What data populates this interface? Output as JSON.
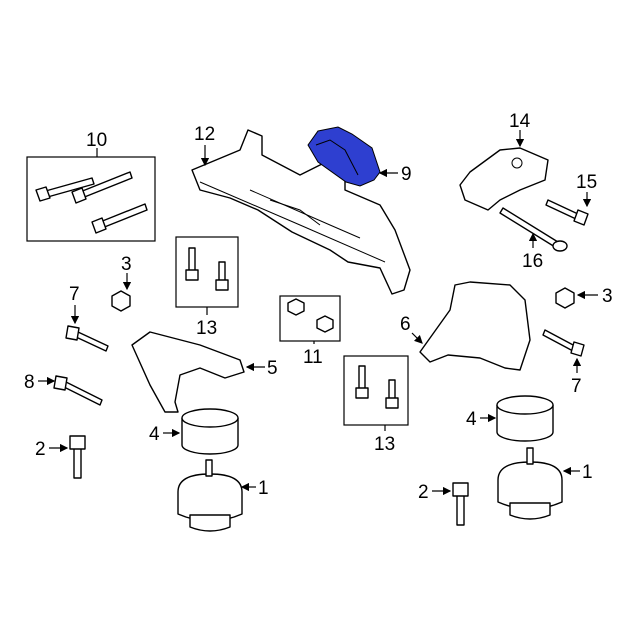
{
  "diagram": {
    "highlight_color": "#2e3fd0",
    "highlighted_part": "9",
    "callouts": {
      "c10": "10",
      "c12": "12",
      "c9": "9",
      "c14": "14",
      "c15": "15",
      "c16": "16",
      "c3a": "3",
      "c13a": "13",
      "c7a": "7",
      "c11": "11",
      "c6": "6",
      "c3b": "3",
      "c7b": "7",
      "c5": "5",
      "c8": "8",
      "c13b": "13",
      "c4a": "4",
      "c4b": "4",
      "c2a": "2",
      "c1a": "1",
      "c1b": "1",
      "c2b": "2"
    }
  }
}
